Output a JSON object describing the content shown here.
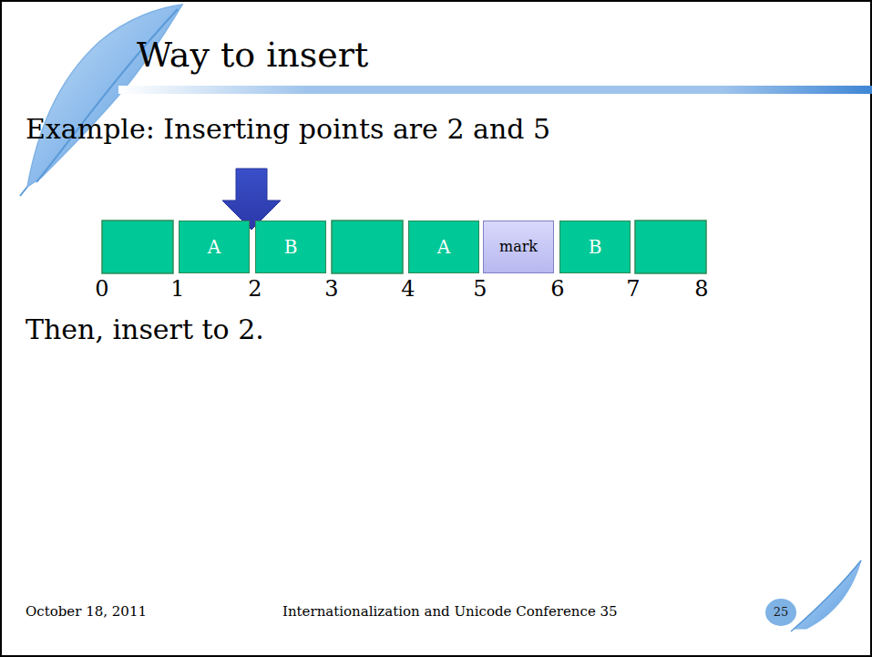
{
  "diagram": {
    "title": "Way to insert",
    "nodes": [
      {
        "text": [
          "A"
        ]
      },
      {
        "text": [
          "B"
        ]
      },
      {
        "text": [
          "A"
        ]
      },
      {
        "text": [
          "mark"
        ]
      },
      {
        "text": [
          "B"
        ]
      },
      {
        "text": [
          "25"
        ]
      }
    ],
    "labels": [
      "Example: Inserting points are 2 and 5",
      "0",
      "1",
      "2",
      "3",
      "4",
      "5",
      "6",
      "7",
      "8",
      "Then, insert to 2.",
      "October 18, 2011",
      "Internationalization and Unicode Conference 35"
    ]
  }
}
